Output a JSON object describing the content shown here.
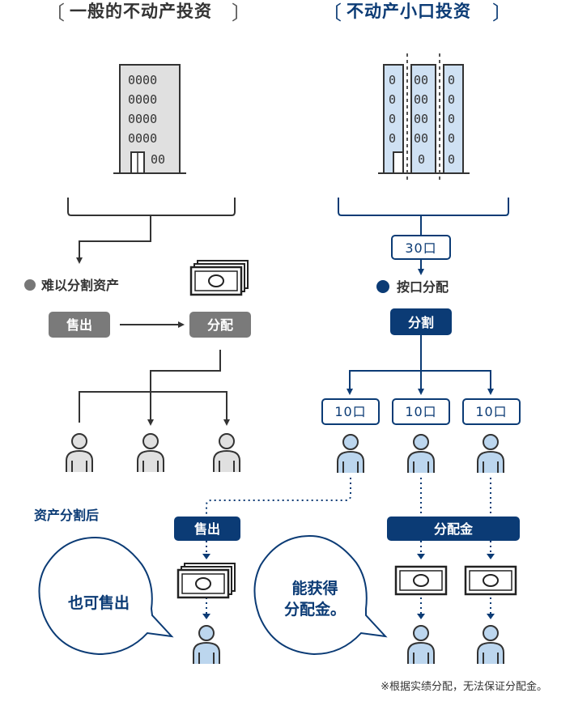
{
  "left": {
    "title": "一般的不动产投资",
    "bracket_open": "〔",
    "bracket_close": "〕",
    "note_label": "难以分割资产",
    "sell_button": "售出",
    "distribute_button": "分配",
    "colors": {
      "button": "#7a7a7a",
      "person": "#e0e0e0",
      "line": "#333333"
    }
  },
  "right": {
    "title": "不动产小口投资",
    "bracket_open": "〔",
    "bracket_close": "〕",
    "units_box": "30口",
    "note_label": "按口分配",
    "split_button": "分割",
    "sub_units": [
      "10口",
      "10口",
      "10口"
    ],
    "after_split_label": "资产分割后",
    "sell_button": "售出",
    "dividend_button": "分配金",
    "colors": {
      "primary": "#0b3b75",
      "person": "#bcd6ee",
      "building": "#cfe1f3"
    }
  },
  "bubbles": {
    "left_text": "也可售出",
    "right_line1": "能获得",
    "right_line2": "分配金。"
  },
  "footnote": "※根据实绩分配，无法保证分配金。"
}
